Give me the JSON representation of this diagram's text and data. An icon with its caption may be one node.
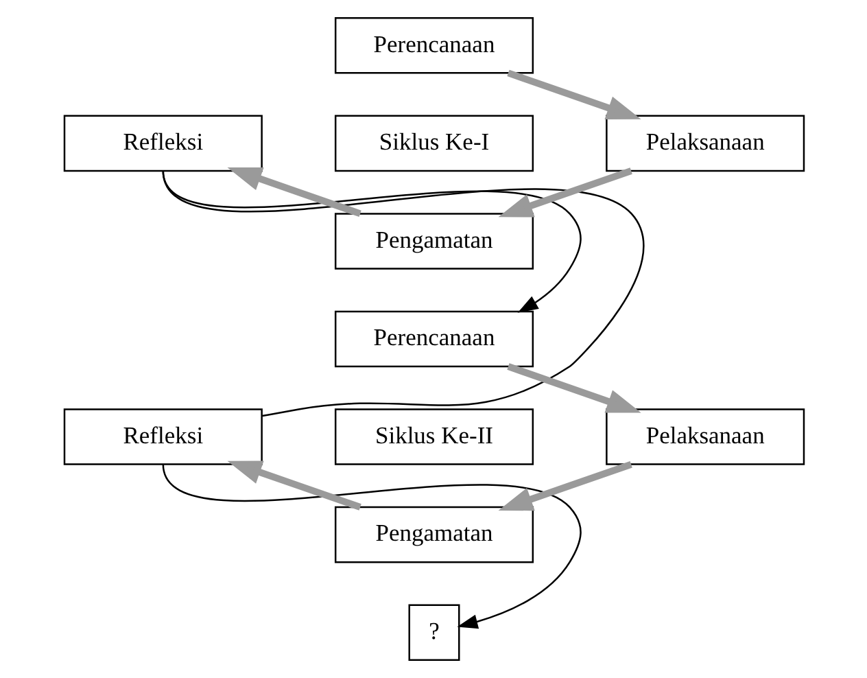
{
  "diagram": {
    "nodes": [
      {
        "text": [
          "Perencanaan"
        ]
      },
      {
        "text": [
          "Refleksi"
        ]
      },
      {
        "text": [
          "Siklus Ke-I"
        ]
      },
      {
        "text": [
          "Pelaksanaan"
        ]
      },
      {
        "text": [
          "Pengamatan"
        ]
      },
      {
        "text": [
          "Perencanaan"
        ]
      },
      {
        "text": [
          "Refleksi"
        ]
      },
      {
        "text": [
          "Siklus Ke-II"
        ]
      },
      {
        "text": [
          "Pelaksanaan"
        ]
      },
      {
        "text": [
          "Pengamatan"
        ]
      },
      {
        "text": [
          "?"
        ]
      }
    ],
    "edges": [
      {
        "from": 0,
        "to": 3,
        "arrow": "to"
      },
      {
        "from": 3,
        "to": 4,
        "arrow": "to"
      },
      {
        "from": 4,
        "to": 1,
        "arrow": "to"
      },
      {
        "from": 1,
        "to": 5,
        "arrow": "to",
        "color": "#000000"
      },
      {
        "from": 1,
        "to": 6,
        "arrow": "none",
        "color": "#000000"
      },
      {
        "from": 5,
        "to": 8,
        "arrow": "to"
      },
      {
        "from": 8,
        "to": 9,
        "arrow": "to"
      },
      {
        "from": 9,
        "to": 6,
        "arrow": "to"
      },
      {
        "from": 6,
        "to": 10,
        "arrow": "to",
        "color": "#000000"
      }
    ]
  }
}
